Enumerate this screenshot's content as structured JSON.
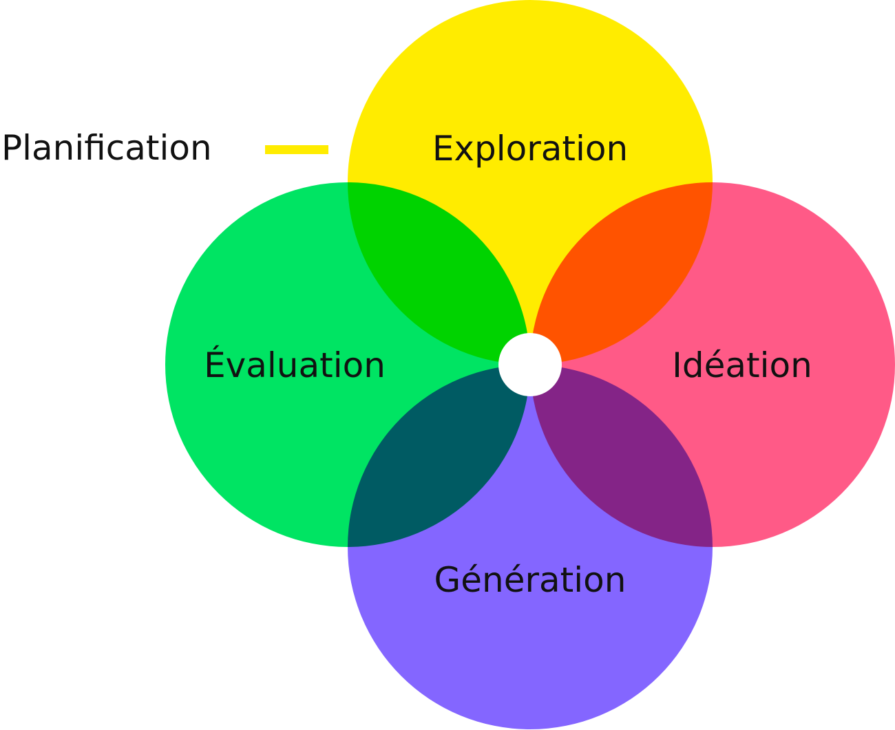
{
  "legend": {
    "label": "Planification",
    "color": "#ffec00"
  },
  "petals": [
    {
      "id": "exploration",
      "label": "Exploration",
      "color": "#ffec00"
    },
    {
      "id": "ideation",
      "label": "Idéation",
      "color": "#ff5a87"
    },
    {
      "id": "generation",
      "label": "Génération",
      "color": "#8466ff"
    },
    {
      "id": "evaluation",
      "label": "Évaluation",
      "color": "#00e463"
    }
  ],
  "center_color": "#ffffff"
}
